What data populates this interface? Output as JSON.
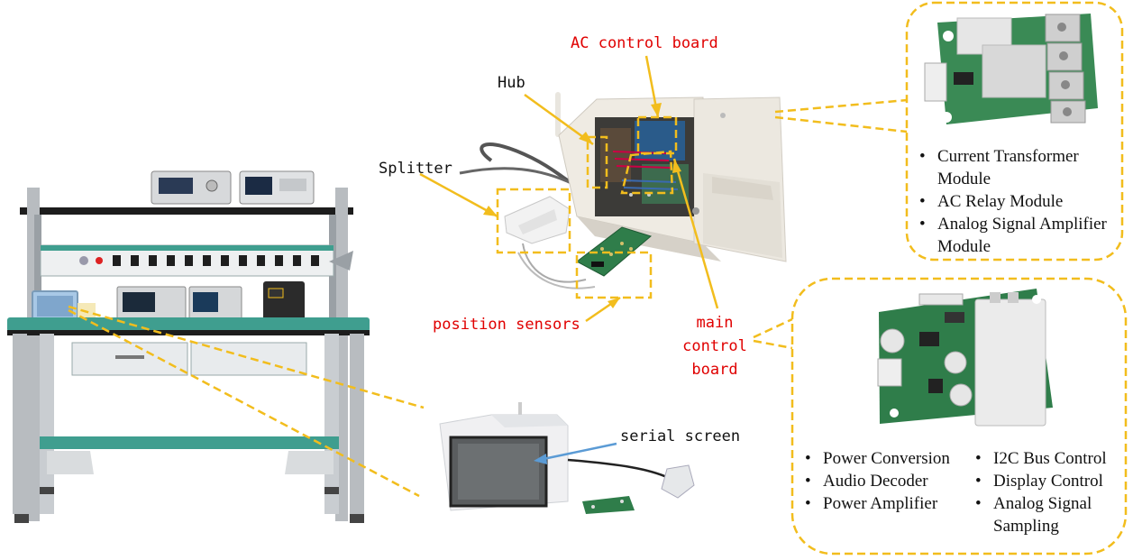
{
  "labels": {
    "ac_control_board": "AC control board",
    "hub": "Hub",
    "splitter": "Splitter",
    "position_sensors": "position sensors",
    "main_control_board": [
      "main",
      "control",
      "board"
    ],
    "serial_screen": "serial screen"
  },
  "top_right_box": {
    "items": [
      "Current Transformer Module",
      "AC Relay Module",
      "Analog Signal Amplifier Module"
    ]
  },
  "bottom_right_box": {
    "left_items": [
      "Power Conversion",
      "Audio Decoder",
      "Power Amplifier"
    ],
    "right_items": [
      "I2C Bus Control",
      "Display Control",
      "Analog Signal Sampling"
    ]
  },
  "colors": {
    "callout": "#f2bd1d",
    "label_red": "#e00000",
    "arrow_blue": "#5b9bd5",
    "workbench_teal": "#3f9e8f",
    "pcb_green": "#2f7d4a"
  }
}
